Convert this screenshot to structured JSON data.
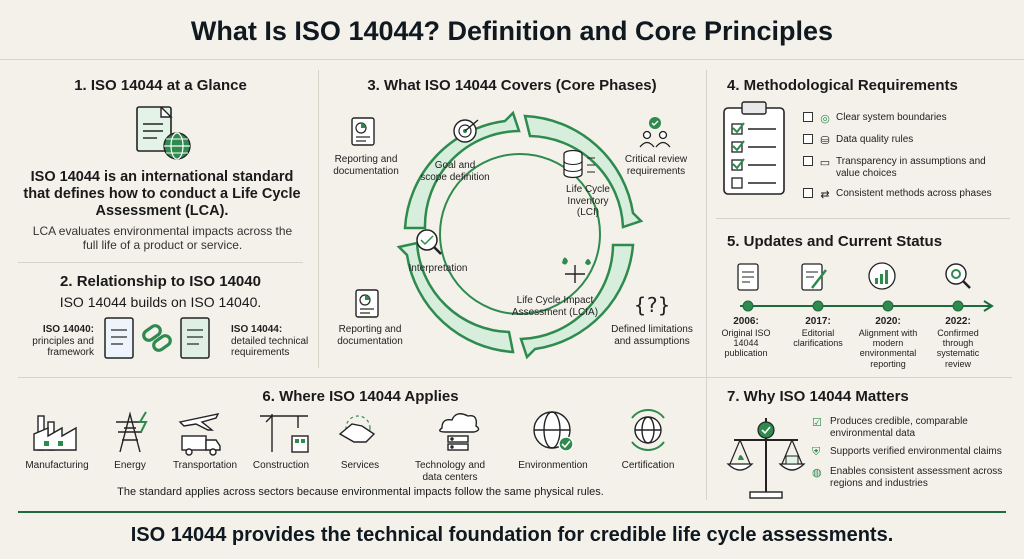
{
  "title": "What Is ISO 14044? Definition and Core Principles",
  "footer": "ISO 14044 provides the technical foundation for credible life cycle assessments.",
  "colors": {
    "accent_green": "#1e6b3c",
    "light_green": "#d7eedd",
    "ring_green": "#2f8a4e",
    "background": "#f3f1ea"
  },
  "s1": {
    "heading": "1. ISO 14044 at a Glance",
    "icon": "document-globe-icon",
    "statement": "ISO 14044 is an international standard that defines how to conduct a Life Cycle Assessment (LCA).",
    "detail": "LCA evaluates environmental impacts across the full life of a product or service."
  },
  "s2": {
    "heading": "2. Relationship to ISO 14040",
    "subheading": "ISO 14044 builds on ISO 14040.",
    "left_label": "ISO 14040:",
    "left_text": "principles and framework",
    "right_label": "ISO 14044:",
    "right_text": "detailed technical requirements"
  },
  "s3": {
    "heading": "3. What ISO 14044 Covers (Core Phases)",
    "phases": {
      "goal": "Goal and scope definition",
      "lci": "Life Cycle Inventory (LCI)",
      "lcia": "Life Cycle Impact Assessment (LCIA)",
      "interpretation": "Interpretation"
    },
    "side": {
      "reporting_top": "Reporting and documentation",
      "critical_review": "Critical review requirements",
      "reporting_bottom": "Reporting and documentation",
      "limitations": "Defined limitations and assumptions"
    }
  },
  "s4": {
    "heading": "4. Methodological Requirements",
    "items": [
      {
        "icon": "target-icon",
        "text": "Clear system boundaries"
      },
      {
        "icon": "database-icon",
        "text": "Data quality rules"
      },
      {
        "icon": "book-icon",
        "text": "Transparency in assumptions and value choices"
      },
      {
        "icon": "arrows-icon",
        "text": "Consistent methods across phases"
      }
    ]
  },
  "s5": {
    "heading": "5. Updates and Current Status",
    "events": [
      {
        "year": "2006:",
        "text": "Original ISO 14044 publication"
      },
      {
        "year": "2017:",
        "text": "Editorial clarifications"
      },
      {
        "year": "2020:",
        "text": "Alignment with modern environmental reporting"
      },
      {
        "year": "2022:",
        "text": "Confirmed through systematic review"
      }
    ]
  },
  "s6": {
    "heading": "6. Where ISO 14044 Applies",
    "sectors": [
      "Manufacturing",
      "Energy",
      "Transportation",
      "Construction",
      "Services",
      "Technology and data centers",
      "Environmention",
      "Certification"
    ],
    "note": "The standard applies across sectors because environmental impacts follow the same physical rules."
  },
  "s7": {
    "heading": "7. Why ISO 14044 Matters",
    "items": [
      "Produces credible, comparable environmental data",
      "Supports verified environmental claims",
      "Enables consistent assessment across regions and industries"
    ]
  }
}
